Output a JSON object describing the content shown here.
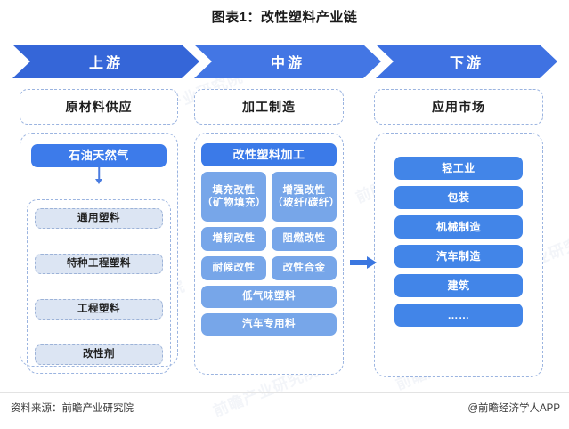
{
  "title": "图表1：改性塑料产业链",
  "chain": {
    "stages": [
      {
        "label": "上游",
        "color": "#3566d8"
      },
      {
        "label": "中游",
        "color": "#4376e4"
      },
      {
        "label": "下游",
        "color": "#3f72e2"
      }
    ]
  },
  "upstream": {
    "header": "原材料供应",
    "primary": "石油天然气",
    "items": [
      "通用塑料",
      "特种工程塑料",
      "工程塑料",
      "改性剂"
    ]
  },
  "midstream": {
    "header": "加工制造",
    "primary": "改性塑料加工",
    "row_tall": [
      "填充改性（矿物填充）",
      "增强改性（玻纤/碳纤）"
    ],
    "row_a": [
      "增韧改性",
      "阻燃改性"
    ],
    "row_b": [
      "耐候改性",
      "改性合金"
    ],
    "wide": [
      "低气味塑料",
      "汽车专用料"
    ]
  },
  "downstream": {
    "header": "应用市场",
    "items": [
      "轻工业",
      "包装",
      "机械制造",
      "汽车制造",
      "建筑",
      "……"
    ]
  },
  "footer": {
    "source": "资料来源：前瞻产业研究院",
    "credit": "@前瞻经济学人APP"
  },
  "watermarks": [
    "前瞻产业研究院",
    "前瞻产业研究院",
    "前瞻产业研究院",
    "前瞻产业研究院",
    "前瞻产业研究院",
    "前瞻产业研究院"
  ],
  "colors": {
    "chevron_dark": "#3566d8",
    "chevron_mid": "#4376e4",
    "chevron_light": "#3f72e2",
    "box_strong": "#3b7ae8",
    "box_medium": "#77a6e9",
    "box_solid": "#4285e8",
    "box_pale": "#dce5f3",
    "dash_border": "#9bb4e0"
  }
}
